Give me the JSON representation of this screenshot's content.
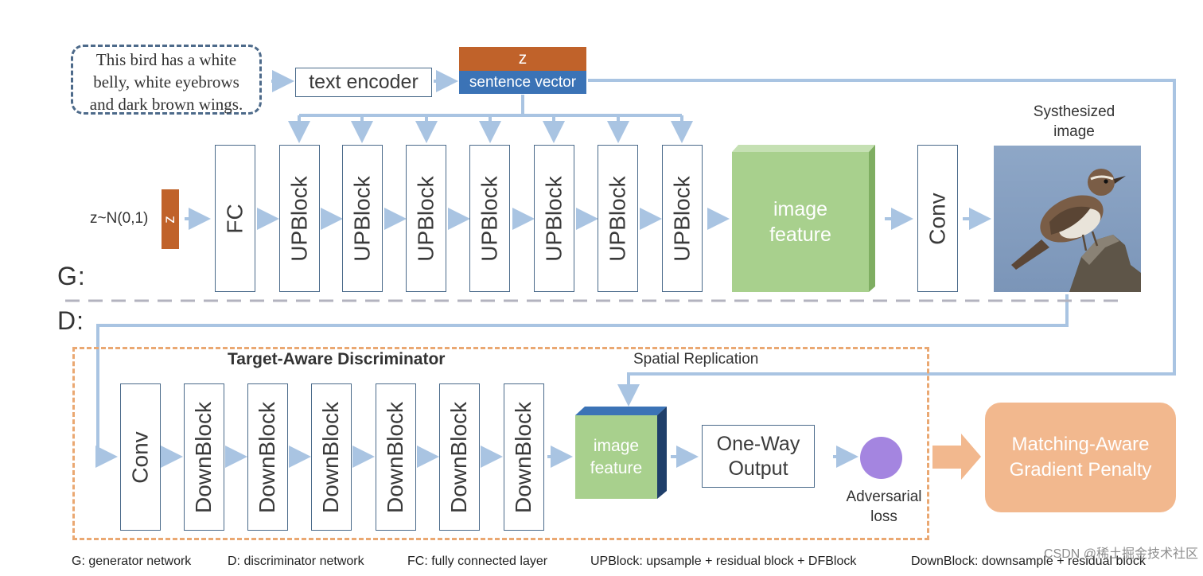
{
  "text_prompt": {
    "line1": "This bird has a white",
    "line2": "belly, white eyebrows",
    "line3": "and dark brown wings."
  },
  "encoder": {
    "label": "text encoder"
  },
  "condition": {
    "z_label": "z",
    "sentence_label": "sentence vector"
  },
  "noise": {
    "dist_label": "z~N(0,1)",
    "z_label": "z"
  },
  "generator": {
    "fc_label": "FC",
    "upblocks": [
      "UPBlock",
      "UPBlock",
      "UPBlock",
      "UPBlock",
      "UPBlock",
      "UPBlock",
      "UPBlock"
    ],
    "feature_line1": "image",
    "feature_line2": "feature",
    "conv_label": "Conv"
  },
  "output": {
    "title_line1": "Systhesized",
    "title_line2": "image"
  },
  "section_labels": {
    "g": "G:",
    "d": "D:"
  },
  "discriminator": {
    "title": "Target-Aware Discriminator",
    "conv_label": "Conv",
    "downblocks": [
      "DownBlock",
      "DownBlock",
      "DownBlock",
      "DownBlock",
      "DownBlock",
      "DownBlock"
    ],
    "spatial_label": "Spatial Replication",
    "feature_line1": "image",
    "feature_line2": "feature",
    "output_line1": "One-Way",
    "output_line2": "Output",
    "loss_line1": "Adversarial",
    "loss_line2": "loss"
  },
  "penalty": {
    "line1": "Matching-Aware",
    "line2": "Gradient Penalty"
  },
  "legend": [
    "G: generator network",
    "D: discriminator network",
    "FC: fully connected layer",
    "UPBlock: upsample + residual block + DFBlock",
    "DownBlock: downsample + residual block"
  ],
  "watermark": "CSDN @稀土掘金技术社区",
  "colors": {
    "arrow": "#a9c4e2",
    "orange": "#c0622a",
    "blue": "#3b73b6",
    "feature_green": "#a8d08d",
    "penalty_orange": "#f2b88e",
    "frame_orange": "#eaa872",
    "loss_purple": "#a485e0"
  }
}
